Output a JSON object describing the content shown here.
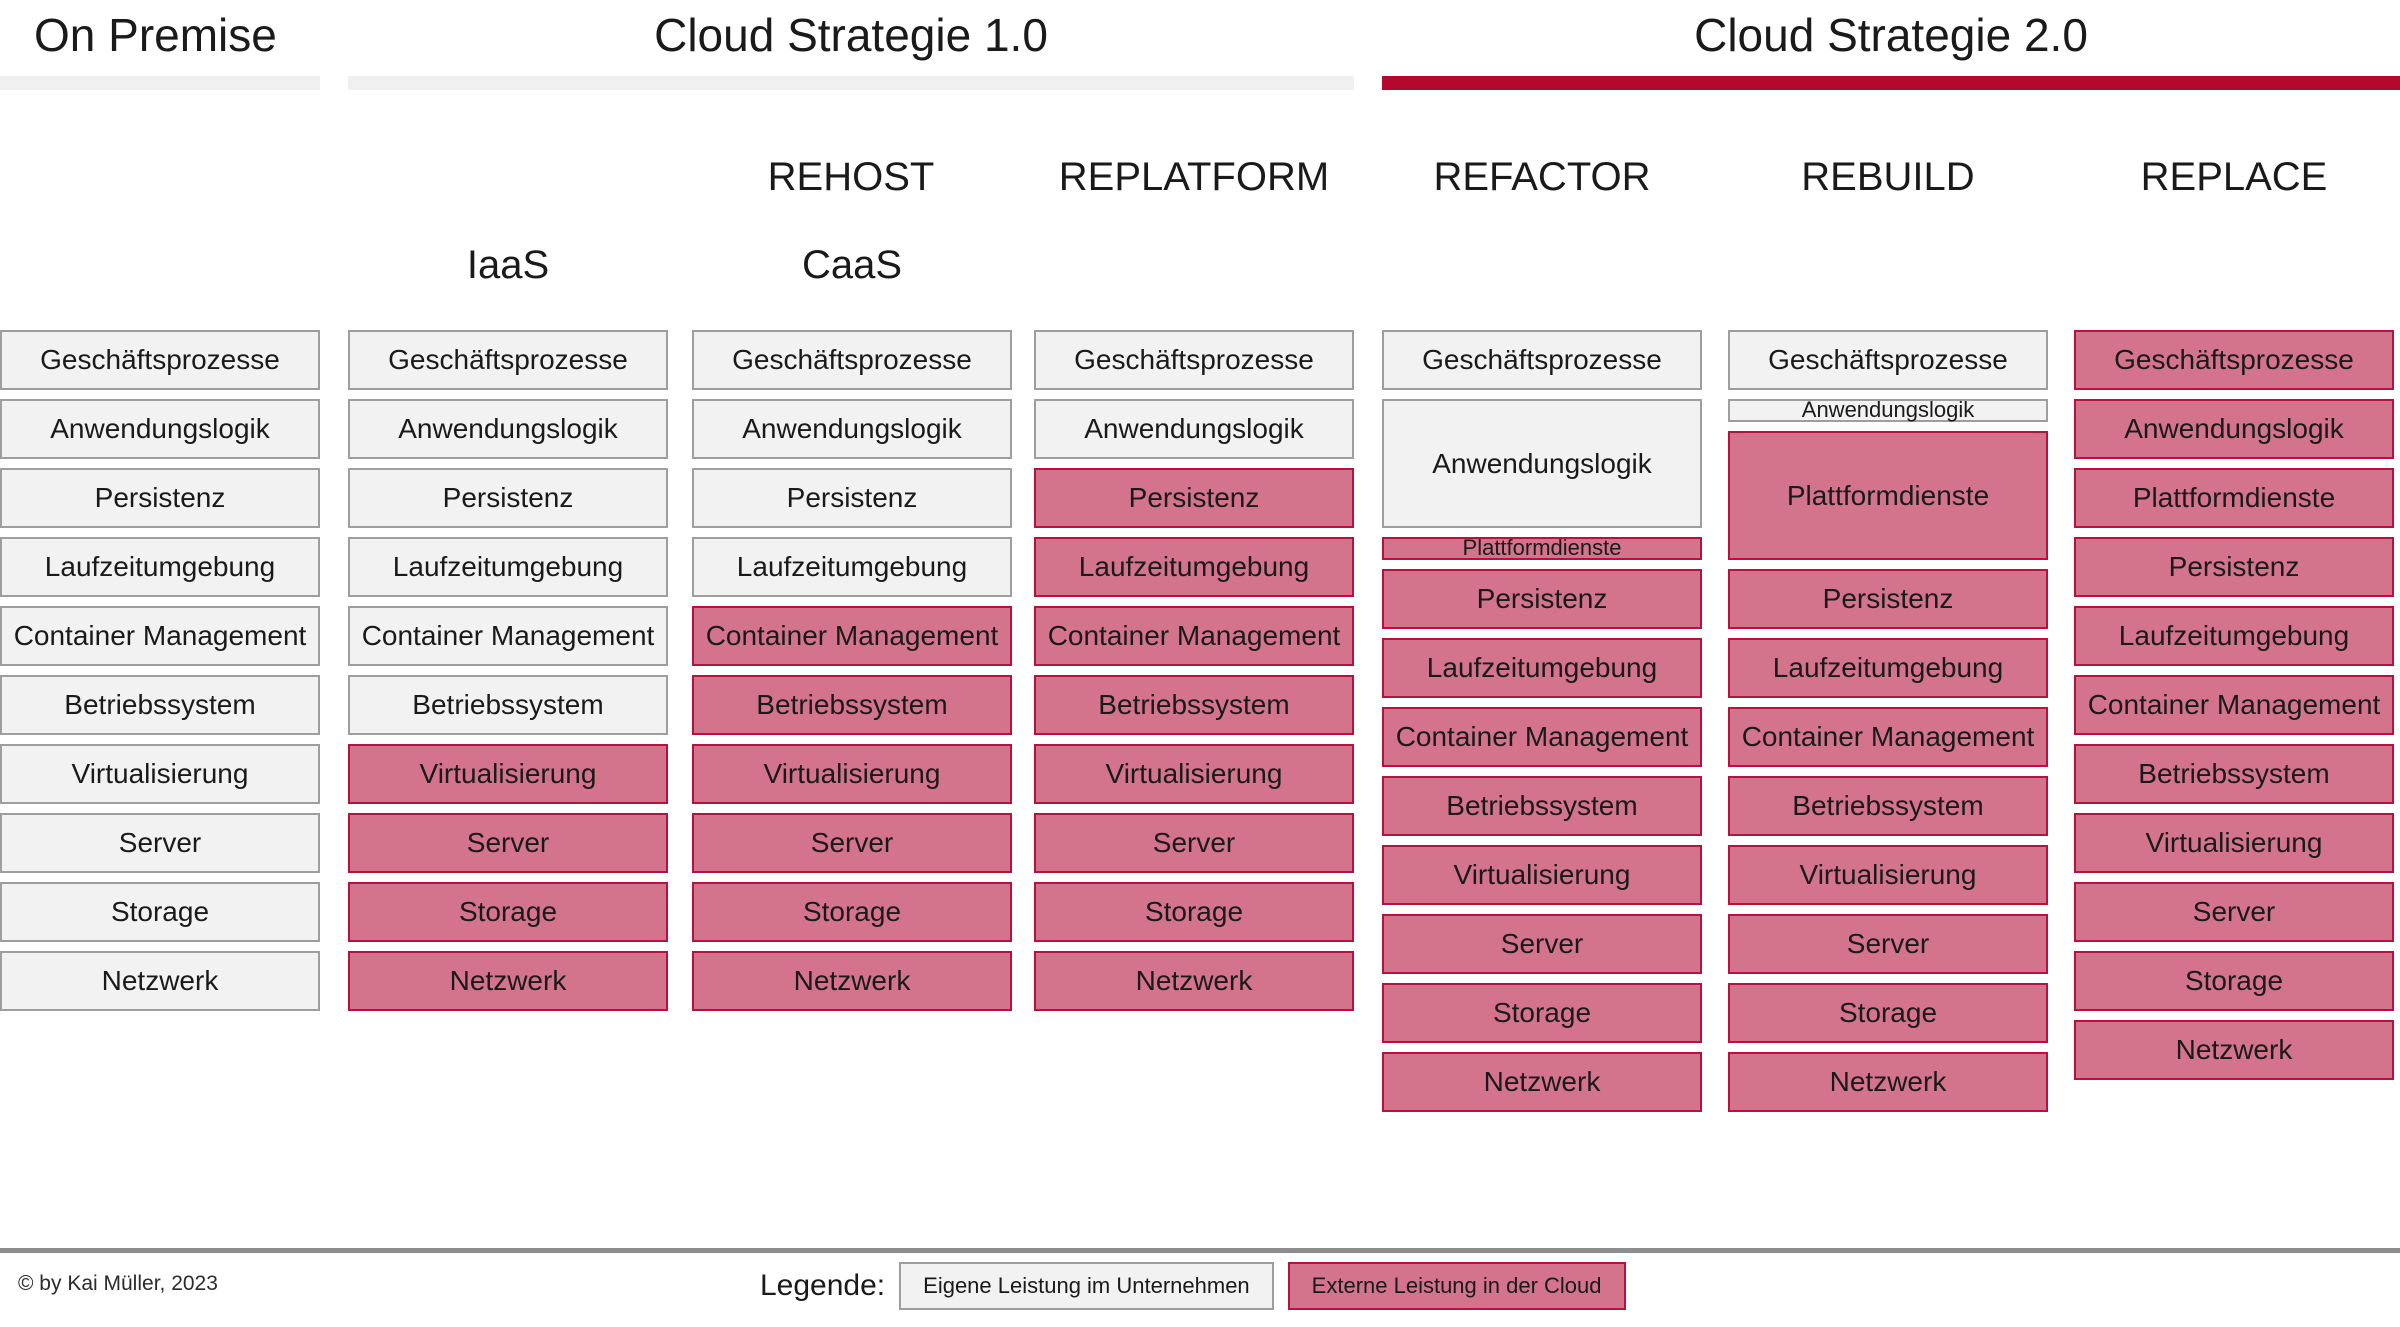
{
  "groups": [
    {
      "title": "On Premise",
      "bar": "grey"
    },
    {
      "title": "Cloud Strategie 1.0",
      "bar": "grey"
    },
    {
      "title": "Cloud Strategie 2.0",
      "bar": "red"
    }
  ],
  "strategy_headers": [
    {
      "label": "REHOST"
    },
    {
      "label": "REPLATFORM"
    },
    {
      "label": "REFACTOR"
    },
    {
      "label": "REBUILD"
    },
    {
      "label": "REPLACE"
    }
  ],
  "service_models": [
    {
      "label": "IaaS"
    },
    {
      "label": "CaaS"
    }
  ],
  "columns": [
    {
      "key": "on-premise",
      "name": "On Premise",
      "layers": [
        {
          "label": "Geschäftsprozesse",
          "fill": "grey",
          "rows": 1
        },
        {
          "label": "Anwendungslogik",
          "fill": "grey",
          "rows": 1
        },
        {
          "label": "Persistenz",
          "fill": "grey",
          "rows": 1
        },
        {
          "label": "Laufzeitumgebung",
          "fill": "grey",
          "rows": 1
        },
        {
          "label": "Container Management",
          "fill": "grey",
          "rows": 1
        },
        {
          "label": "Betriebssystem",
          "fill": "grey",
          "rows": 1
        },
        {
          "label": "Virtualisierung",
          "fill": "grey",
          "rows": 1
        },
        {
          "label": "Server",
          "fill": "grey",
          "rows": 1
        },
        {
          "label": "Storage",
          "fill": "grey",
          "rows": 1
        },
        {
          "label": "Netzwerk",
          "fill": "grey",
          "rows": 1
        }
      ]
    },
    {
      "key": "iaas",
      "name": "IaaS",
      "layers": [
        {
          "label": "Geschäftsprozesse",
          "fill": "grey",
          "rows": 1
        },
        {
          "label": "Anwendungslogik",
          "fill": "grey",
          "rows": 1
        },
        {
          "label": "Persistenz",
          "fill": "grey",
          "rows": 1
        },
        {
          "label": "Laufzeitumgebung",
          "fill": "grey",
          "rows": 1
        },
        {
          "label": "Container Management",
          "fill": "grey",
          "rows": 1
        },
        {
          "label": "Betriebssystem",
          "fill": "grey",
          "rows": 1
        },
        {
          "label": "Virtualisierung",
          "fill": "pink",
          "rows": 1
        },
        {
          "label": "Server",
          "fill": "pink",
          "rows": 1
        },
        {
          "label": "Storage",
          "fill": "pink",
          "rows": 1
        },
        {
          "label": "Netzwerk",
          "fill": "pink",
          "rows": 1
        }
      ]
    },
    {
      "key": "caas",
      "name": "CaaS",
      "layers": [
        {
          "label": "Geschäftsprozesse",
          "fill": "grey",
          "rows": 1
        },
        {
          "label": "Anwendungslogik",
          "fill": "grey",
          "rows": 1
        },
        {
          "label": "Persistenz",
          "fill": "grey",
          "rows": 1
        },
        {
          "label": "Laufzeitumgebung",
          "fill": "grey",
          "rows": 1
        },
        {
          "label": "Container Management",
          "fill": "pink",
          "rows": 1
        },
        {
          "label": "Betriebssystem",
          "fill": "pink",
          "rows": 1
        },
        {
          "label": "Virtualisierung",
          "fill": "pink",
          "rows": 1
        },
        {
          "label": "Server",
          "fill": "pink",
          "rows": 1
        },
        {
          "label": "Storage",
          "fill": "pink",
          "rows": 1
        },
        {
          "label": "Netzwerk",
          "fill": "pink",
          "rows": 1
        }
      ]
    },
    {
      "key": "replatform",
      "name": "REPLATFORM",
      "layers": [
        {
          "label": "Geschäftsprozesse",
          "fill": "grey",
          "rows": 1
        },
        {
          "label": "Anwendungslogik",
          "fill": "grey",
          "rows": 1
        },
        {
          "label": "Persistenz",
          "fill": "pink",
          "rows": 1
        },
        {
          "label": "Laufzeitumgebung",
          "fill": "pink",
          "rows": 1
        },
        {
          "label": "Container Management",
          "fill": "pink",
          "rows": 1
        },
        {
          "label": "Betriebssystem",
          "fill": "pink",
          "rows": 1
        },
        {
          "label": "Virtualisierung",
          "fill": "pink",
          "rows": 1
        },
        {
          "label": "Server",
          "fill": "pink",
          "rows": 1
        },
        {
          "label": "Storage",
          "fill": "pink",
          "rows": 1
        },
        {
          "label": "Netzwerk",
          "fill": "pink",
          "rows": 1
        }
      ]
    },
    {
      "key": "refactor",
      "name": "REFACTOR",
      "layers": [
        {
          "label": "Geschäftsprozesse",
          "fill": "grey",
          "rows": 1
        },
        {
          "label": "Anwendungslogik",
          "fill": "grey",
          "rows": 2
        },
        {
          "label": "Plattformdienste",
          "fill": "pink",
          "rows": 0.38
        },
        {
          "label": "Persistenz",
          "fill": "pink",
          "rows": 1
        },
        {
          "label": "Laufzeitumgebung",
          "fill": "pink",
          "rows": 1
        },
        {
          "label": "Container Management",
          "fill": "pink",
          "rows": 1
        },
        {
          "label": "Betriebssystem",
          "fill": "pink",
          "rows": 1
        },
        {
          "label": "Virtualisierung",
          "fill": "pink",
          "rows": 1
        },
        {
          "label": "Server",
          "fill": "pink",
          "rows": 1
        },
        {
          "label": "Storage",
          "fill": "pink",
          "rows": 1
        },
        {
          "label": "Netzwerk",
          "fill": "pink",
          "rows": 1
        }
      ]
    },
    {
      "key": "rebuild",
      "name": "REBUILD",
      "layers": [
        {
          "label": "Geschäftsprozesse",
          "fill": "grey",
          "rows": 1
        },
        {
          "label": "Anwendungslogik",
          "fill": "grey",
          "rows": 0.38
        },
        {
          "label": "Plattformdienste",
          "fill": "pink",
          "rows": 2
        },
        {
          "label": "Persistenz",
          "fill": "pink",
          "rows": 1
        },
        {
          "label": "Laufzeitumgebung",
          "fill": "pink",
          "rows": 1
        },
        {
          "label": "Container Management",
          "fill": "pink",
          "rows": 1
        },
        {
          "label": "Betriebssystem",
          "fill": "pink",
          "rows": 1
        },
        {
          "label": "Virtualisierung",
          "fill": "pink",
          "rows": 1
        },
        {
          "label": "Server",
          "fill": "pink",
          "rows": 1
        },
        {
          "label": "Storage",
          "fill": "pink",
          "rows": 1
        },
        {
          "label": "Netzwerk",
          "fill": "pink",
          "rows": 1
        }
      ]
    },
    {
      "key": "replace",
      "name": "REPLACE",
      "layers": [
        {
          "label": "Geschäftsprozesse",
          "fill": "pink",
          "rows": 1
        },
        {
          "label": "Anwendungslogik",
          "fill": "pink",
          "rows": 1
        },
        {
          "label": "Plattformdienste",
          "fill": "pink",
          "rows": 1
        },
        {
          "label": "Persistenz",
          "fill": "pink",
          "rows": 1
        },
        {
          "label": "Laufzeitumgebung",
          "fill": "pink",
          "rows": 1
        },
        {
          "label": "Container Management",
          "fill": "pink",
          "rows": 1
        },
        {
          "label": "Betriebssystem",
          "fill": "pink",
          "rows": 1
        },
        {
          "label": "Virtualisierung",
          "fill": "pink",
          "rows": 1
        },
        {
          "label": "Server",
          "fill": "pink",
          "rows": 1
        },
        {
          "label": "Storage",
          "fill": "pink",
          "rows": 1
        },
        {
          "label": "Netzwerk",
          "fill": "pink",
          "rows": 1
        }
      ]
    }
  ],
  "footer": {
    "copyright": "© by Kai Müller, 2023",
    "legend_label": "Legende:",
    "legend_items": [
      {
        "label": "Eigene Leistung im Unternehmen",
        "fill": "grey"
      },
      {
        "label": "Externe Leistung in der Cloud",
        "fill": "pink"
      }
    ]
  },
  "colors": {
    "grey_fill": "#f2f2f2",
    "grey_border": "#9e9e9e",
    "pink_fill": "#d4748c",
    "pink_border": "#b5123f",
    "accent_red": "#b5082e",
    "bar_grey": "#f0f0f0"
  }
}
